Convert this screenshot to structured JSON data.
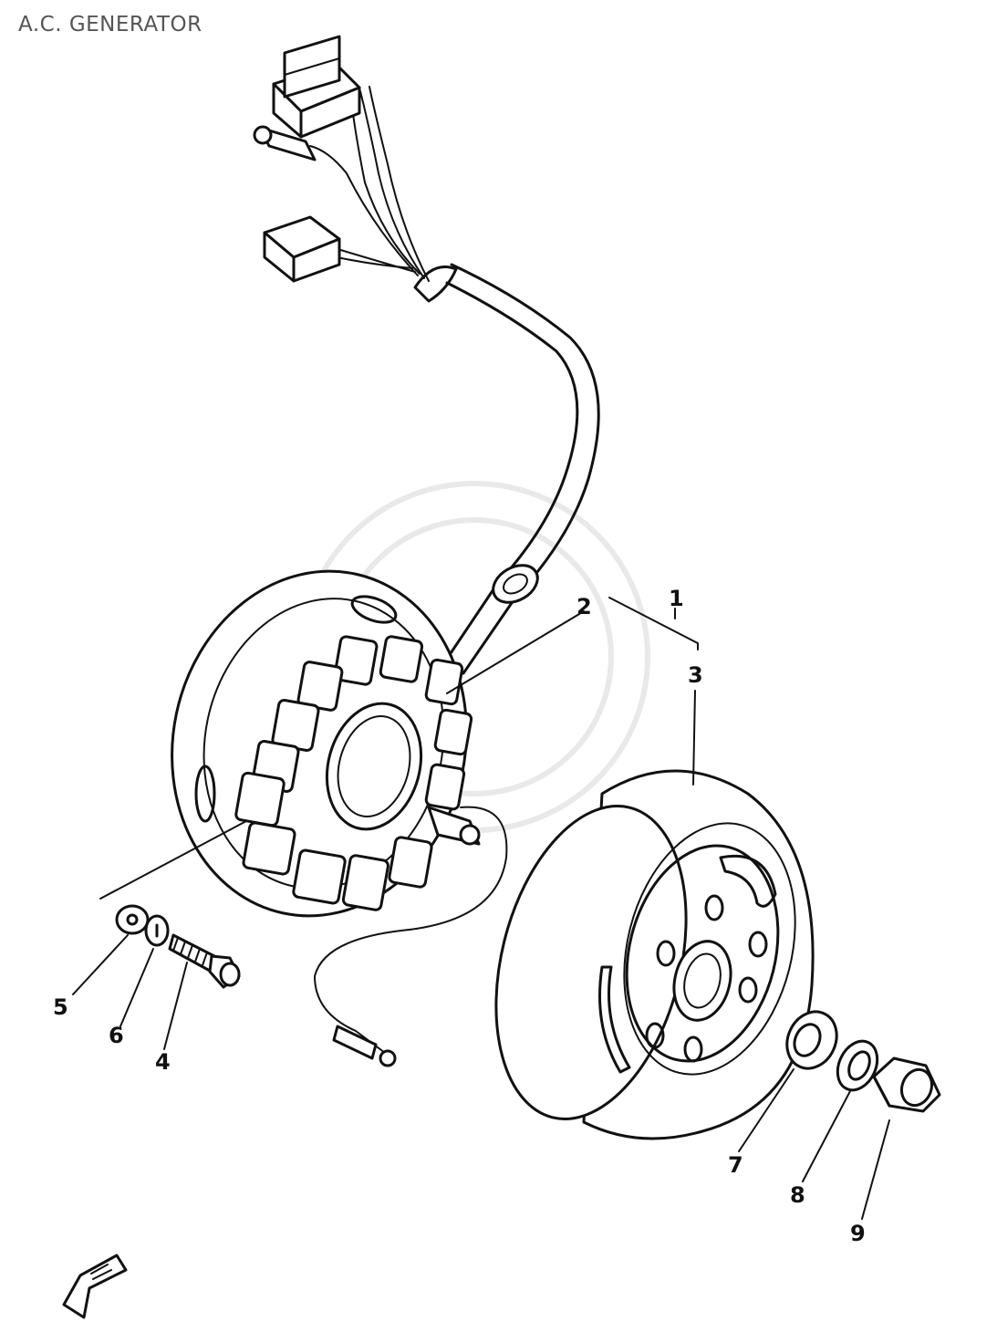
{
  "title": "A.C. GENERATOR",
  "callouts": {
    "c1": "1",
    "c2": "2",
    "c3": "3",
    "c4": "4",
    "c5": "5",
    "c6": "6",
    "c7": "7",
    "c8": "8",
    "c9": "9"
  },
  "icons": {
    "front_arrow": "front-direction-arrow-icon",
    "watermark": "watermark-logo"
  },
  "colors": {
    "ink": "#111111",
    "title": "#555555",
    "background": "#ffffff"
  }
}
